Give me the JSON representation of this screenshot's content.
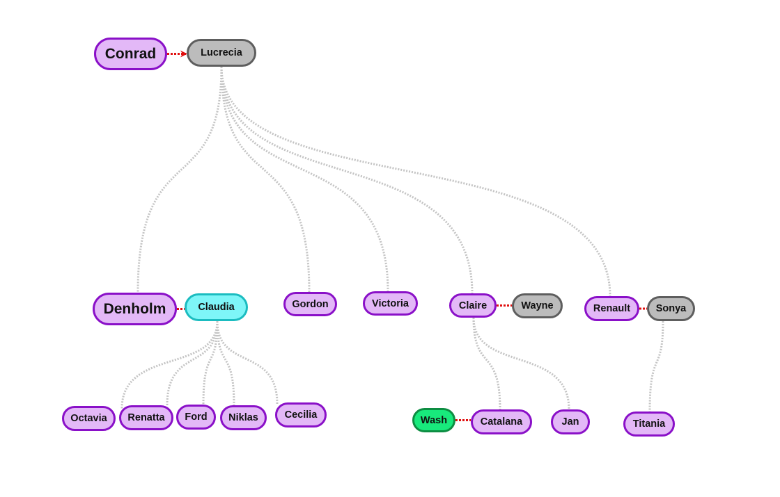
{
  "nodes": {
    "conrad": {
      "label": "Conrad"
    },
    "lucrecia": {
      "label": "Lucrecia"
    },
    "denholm": {
      "label": "Denholm"
    },
    "claudia": {
      "label": "Claudia"
    },
    "gordon": {
      "label": "Gordon"
    },
    "victoria": {
      "label": "Victoria"
    },
    "claire": {
      "label": "Claire"
    },
    "wayne": {
      "label": "Wayne"
    },
    "renault": {
      "label": "Renault"
    },
    "sonya": {
      "label": "Sonya"
    },
    "octavia": {
      "label": "Octavia"
    },
    "renatta": {
      "label": "Renatta"
    },
    "ford": {
      "label": "Ford"
    },
    "niklas": {
      "label": "Niklas"
    },
    "cecilia": {
      "label": "Cecilia"
    },
    "wash": {
      "label": "Wash"
    },
    "catalana": {
      "label": "Catalana"
    },
    "jan": {
      "label": "Jan"
    },
    "titania": {
      "label": "Titania"
    }
  },
  "partnerships": [
    {
      "from": "conrad",
      "to": "lucrecia",
      "style": "arrow"
    },
    {
      "from": "denholm",
      "to": "claudia",
      "style": "plain"
    },
    {
      "from": "claire",
      "to": "wayne",
      "style": "plain"
    },
    {
      "from": "renault",
      "to": "sonya",
      "style": "plain"
    },
    {
      "from": "wash",
      "to": "catalana",
      "style": "plain"
    }
  ],
  "parent_child": [
    {
      "parent": "lucrecia",
      "child": "denholm"
    },
    {
      "parent": "lucrecia",
      "child": "gordon"
    },
    {
      "parent": "lucrecia",
      "child": "victoria"
    },
    {
      "parent": "lucrecia",
      "child": "claire"
    },
    {
      "parent": "lucrecia",
      "child": "renault"
    },
    {
      "parent": "claudia",
      "child": "octavia"
    },
    {
      "parent": "claudia",
      "child": "renatta"
    },
    {
      "parent": "claudia",
      "child": "ford"
    },
    {
      "parent": "claudia",
      "child": "niklas"
    },
    {
      "parent": "claudia",
      "child": "cecilia"
    },
    {
      "parent": "claire",
      "child": "catalana"
    },
    {
      "parent": "claire",
      "child": "jan"
    },
    {
      "parent": "sonya",
      "child": "titania"
    }
  ],
  "colors": {
    "member_fill": "#e3b8f7",
    "member_border": "#8a10c8",
    "spouse_fill": "#bcbcbc",
    "highlight_fill": "#7ef6f8",
    "selected_fill": "#18ea7c",
    "partner_link": "#e01010",
    "child_link": "#c4c4c4"
  }
}
